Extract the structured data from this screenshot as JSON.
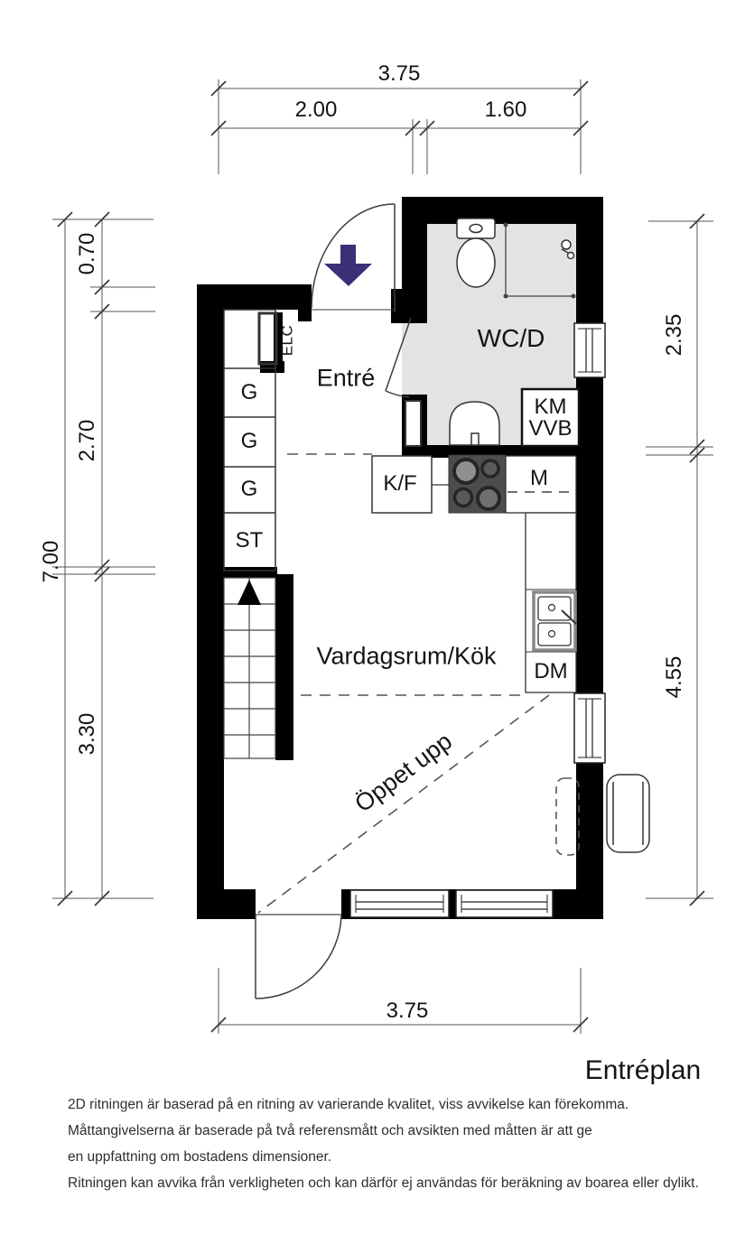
{
  "title": "Entréplan",
  "rooms": {
    "wc": "WC/D",
    "entre": "Entré",
    "living": "Vardagsrum/Kök"
  },
  "annotations": {
    "open_up": "Öppet upp",
    "elc": "ELC"
  },
  "storage": {
    "g1": "G",
    "g2": "G",
    "g3": "G",
    "st": "ST"
  },
  "appliances": {
    "km": "KM",
    "vvb": "VVB",
    "kf": "K/F",
    "m": "M",
    "dm": "DM"
  },
  "dimensions": {
    "top_total": "3.75",
    "top_left": "2.00",
    "top_right": "1.60",
    "left_total": "7.00",
    "left_upper": "0.70",
    "left_middle": "2.70",
    "left_lower": "3.30",
    "right_upper": "2.35",
    "right_lower": "4.55",
    "bottom_total": "3.75"
  },
  "disclaimer": {
    "line1": "2D ritningen är baserad på en ritning av varierande kvalitet, viss avvikelse kan förekomma.",
    "line2": "Måttangivelserna är baserade på två referensmått och avsikten med måtten är att ge",
    "line3": "en uppfattning om bostadens dimensioner.",
    "line4": "Ritningen kan avvika från verkligheten och kan därför ej användas för beräkning av boarea eller dylikt."
  },
  "colors": {
    "wall": "#000000",
    "wet_room_floor": "#e3e3e3",
    "entrance_arrow": "#3a3076",
    "stove": "#4d4d4d",
    "line": "#3d3d3d"
  }
}
